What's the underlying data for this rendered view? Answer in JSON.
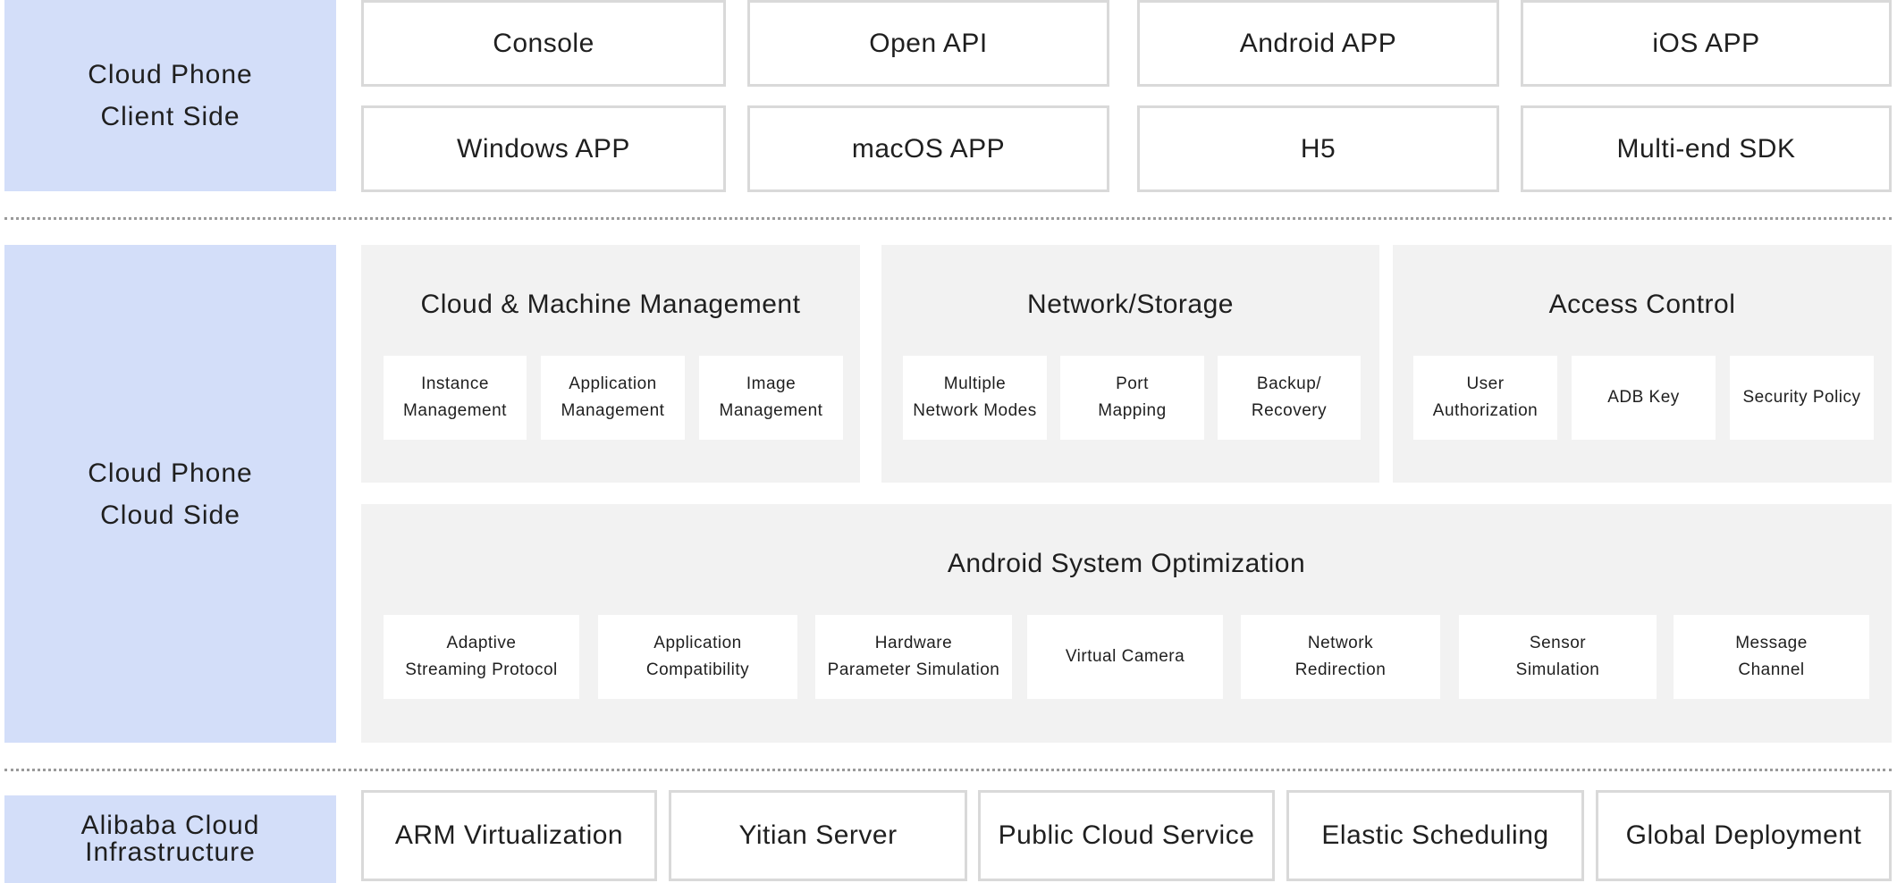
{
  "client": {
    "label": "Cloud Phone\nClient Side",
    "items": [
      "Console",
      "Open API",
      "Android APP",
      "iOS APP",
      "Windows APP",
      "macOS APP",
      "H5",
      "Multi-end SDK"
    ]
  },
  "cloud": {
    "label": "Cloud Phone\nCloud Side",
    "panels": [
      {
        "title": "Cloud & Machine Management",
        "items": [
          "Instance\nManagement",
          "Application\nManagement",
          "Image\nManagement"
        ]
      },
      {
        "title": "Network/Storage",
        "items": [
          "Multiple\nNetwork Modes",
          "Port\nMapping",
          "Backup/\nRecovery"
        ]
      },
      {
        "title": "Access Control",
        "items": [
          "User\nAuthorization",
          "ADB Key",
          "Security Policy"
        ]
      }
    ],
    "optimization": {
      "title": "Android System Optimization",
      "items": [
        "Adaptive\nStreaming Protocol",
        "Application\nCompatibility",
        "Hardware\nParameter Simulation",
        "Virtual Camera",
        "Network\nRedirection",
        "Sensor\nSimulation",
        "Message\nChannel"
      ]
    }
  },
  "infra": {
    "label": "Alibaba Cloud\nInfrastructure",
    "items": [
      "ARM Virtualization",
      "Yitian Server",
      "Public Cloud Service",
      "Elastic Scheduling",
      "Global Deployment"
    ]
  }
}
